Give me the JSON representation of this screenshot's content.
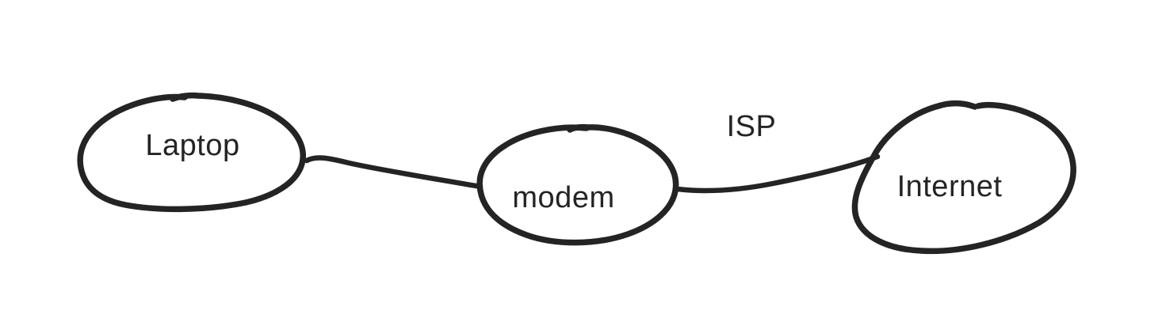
{
  "canvas": {
    "background": "#ffffff"
  },
  "diagram": {
    "stroke_color": "#242424",
    "text_color": "#242424",
    "style": "hand-drawn",
    "nodes": [
      {
        "id": "laptop",
        "label": "Laptop",
        "shape": "ellipse"
      },
      {
        "id": "modem",
        "label": "modem",
        "shape": "ellipse"
      },
      {
        "id": "internet",
        "label": "Internet",
        "shape": "ellipse"
      }
    ],
    "edges": [
      {
        "from": "laptop",
        "to": "modem",
        "label": ""
      },
      {
        "from": "modem",
        "to": "internet",
        "label": "ISP"
      }
    ]
  }
}
